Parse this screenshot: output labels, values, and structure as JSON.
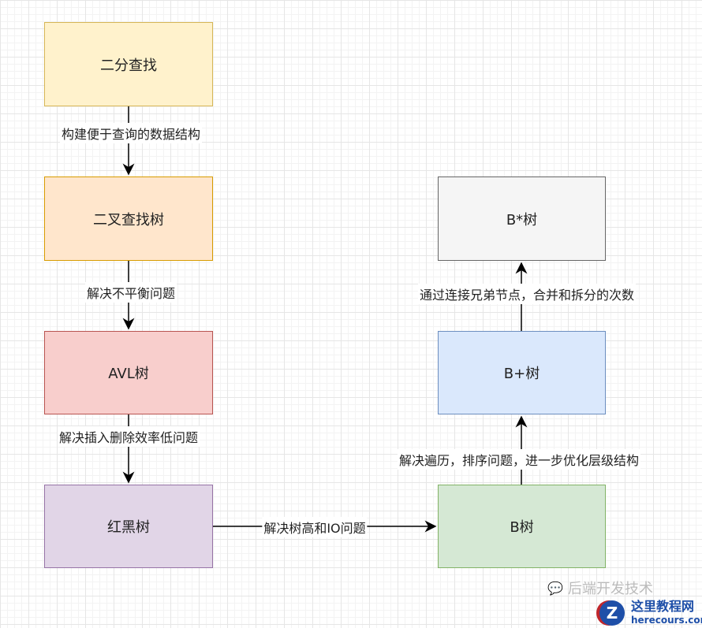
{
  "nodes": {
    "binary_search": {
      "label": "二分查找",
      "fill": "#fff2cc",
      "stroke": "#d6b656"
    },
    "bst": {
      "label": "二叉查找树",
      "fill": "#ffe6cc",
      "stroke": "#d79b00"
    },
    "avl": {
      "label": "AVL树",
      "fill": "#f8cecc",
      "stroke": "#b85450"
    },
    "rbt": {
      "label": "红黑树",
      "fill": "#e1d5e7",
      "stroke": "#9673a6"
    },
    "btree": {
      "label": "B树",
      "fill": "#d5e8d4",
      "stroke": "#82b366"
    },
    "bplus": {
      "label": "B+树",
      "fill": "#dae8fc",
      "stroke": "#6c8ebf"
    },
    "bstar": {
      "label": "B*树",
      "fill": "#f5f5f5",
      "stroke": "#666666"
    }
  },
  "edges": {
    "e1": "构建便于查询的数据结构",
    "e2": "解决不平衡问题",
    "e3": "解决插入删除效率低问题",
    "e4": "解决树高和IO问题",
    "e5": "解决遍历，排序问题，进一步优化层级结构",
    "e6": "通过连接兄弟节点，合并和拆分的次数"
  },
  "watermark": {
    "account": "后端开发技术",
    "site_name": "这里教程网",
    "site_url": "herecours.com"
  }
}
